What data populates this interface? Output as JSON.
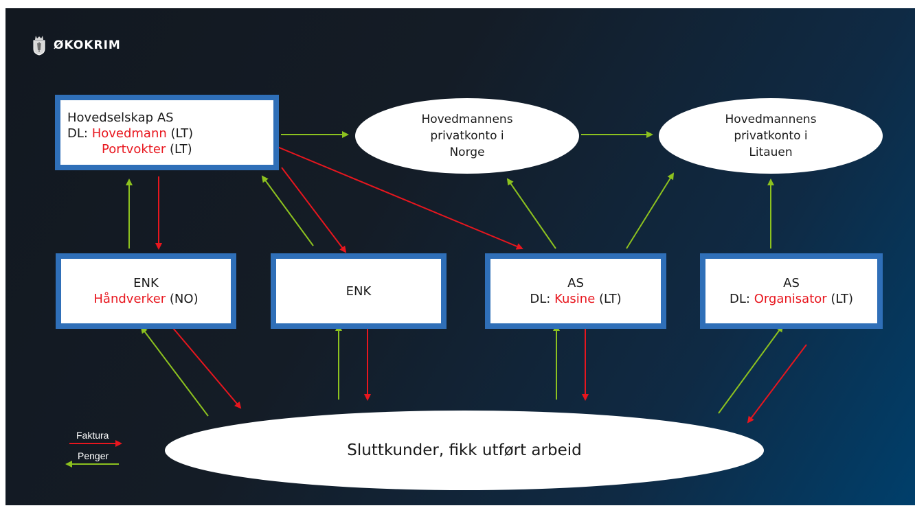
{
  "logo": {
    "text": "ØKOKRIM",
    "emblem": "coat-of-arms-emblem"
  },
  "colors": {
    "box_border": "#2f6fb8",
    "faktura_arrow": "#e8161e",
    "penger_arrow": "#8dc21f",
    "highlight_text": "#e8161e"
  },
  "nodes": {
    "hq": {
      "title": "Hovedselskap AS",
      "dl_prefix": "DL: ",
      "person1": "Hovedmann",
      "person1_suffix": " (LT)",
      "person2": "Portvokter",
      "person2_suffix": " (LT)"
    },
    "account_no": {
      "line1": "Hovedmannens",
      "line2": "privatkonto i",
      "line3": "Norge"
    },
    "account_lt": {
      "line1": "Hovedmannens",
      "line2": "privatkonto i",
      "line3": "Litauen"
    },
    "enk1": {
      "title": "ENK",
      "person": "Håndverker",
      "person_suffix": " (NO)"
    },
    "enk2": {
      "title": "ENK"
    },
    "as1": {
      "title": "AS",
      "dl_prefix": "DL: ",
      "person": "Kusine",
      "person_suffix": " (LT)"
    },
    "as2": {
      "title": "AS",
      "dl_prefix": "DL: ",
      "person": "Organisator",
      "person_suffix": " (LT)"
    },
    "customers": {
      "label": "Sluttkunder, fikk utført arbeid"
    }
  },
  "legend": {
    "faktura": {
      "label": "Faktura",
      "color": "#e8161e"
    },
    "penger": {
      "label": "Penger",
      "color": "#8dc21f"
    }
  }
}
